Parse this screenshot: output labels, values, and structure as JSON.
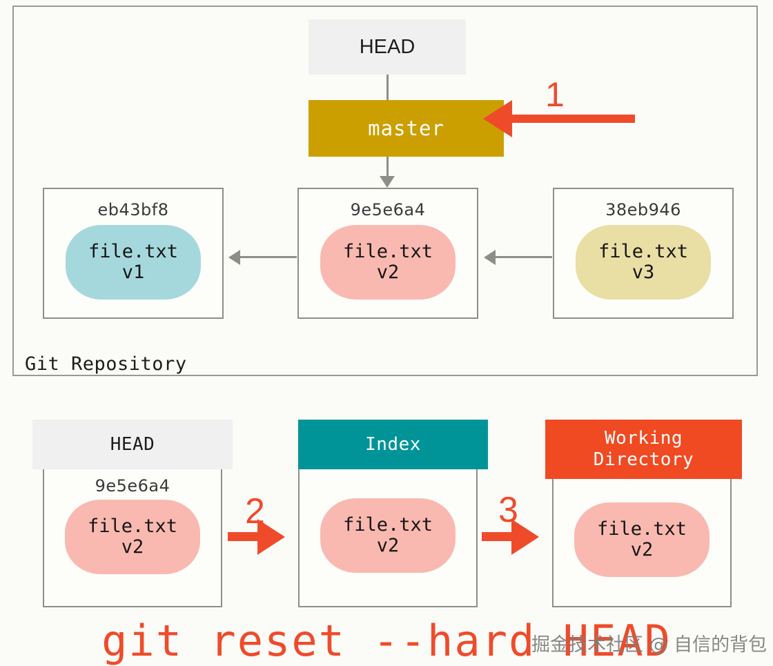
{
  "repository": {
    "label": "Git Repository",
    "head": {
      "label": "HEAD",
      "bg": "#F0F0F0"
    },
    "branch": {
      "label": "master",
      "bg": "#CC9F00",
      "fg": "#FFFFFF"
    },
    "commits": [
      {
        "sha": "eb43bf8",
        "file": "file.txt",
        "version": "v1",
        "blob_color": "#A5D8DC"
      },
      {
        "sha": "9e5e6a4",
        "file": "file.txt",
        "version": "v2",
        "blob_color": "#F9B9B0"
      },
      {
        "sha": "38eb946",
        "file": "file.txt",
        "version": "v3",
        "blob_color": "#E9DEA4"
      }
    ]
  },
  "annotations": {
    "step1": "1",
    "step2": "2",
    "step3": "3",
    "arrow_color": "#EF4B2B"
  },
  "trees": [
    {
      "title": "HEAD",
      "title_lines": [
        "HEAD"
      ],
      "header_bg": "#F0F0F0",
      "header_fg": "#1C1C1C",
      "sha": "9e5e6a4",
      "file": "file.txt",
      "version": "v2",
      "blob_color": "#F9B9B0"
    },
    {
      "title": "Index",
      "title_lines": [
        "Index"
      ],
      "header_bg": "#009499",
      "header_fg": "#FFFFFF",
      "sha": "",
      "file": "file.txt",
      "version": "v2",
      "blob_color": "#F9B9B0"
    },
    {
      "title": "Working Directory",
      "title_lines": [
        "Working",
        "Directory"
      ],
      "header_bg": "#F04A23",
      "header_fg": "#FFFFFF",
      "sha": "",
      "file": "file.txt",
      "version": "v2",
      "blob_color": "#F9B9B0"
    }
  ],
  "caption": {
    "command": "git reset --hard HEAD",
    "watermark": "掘金技术社区 @ 自信的背包"
  }
}
